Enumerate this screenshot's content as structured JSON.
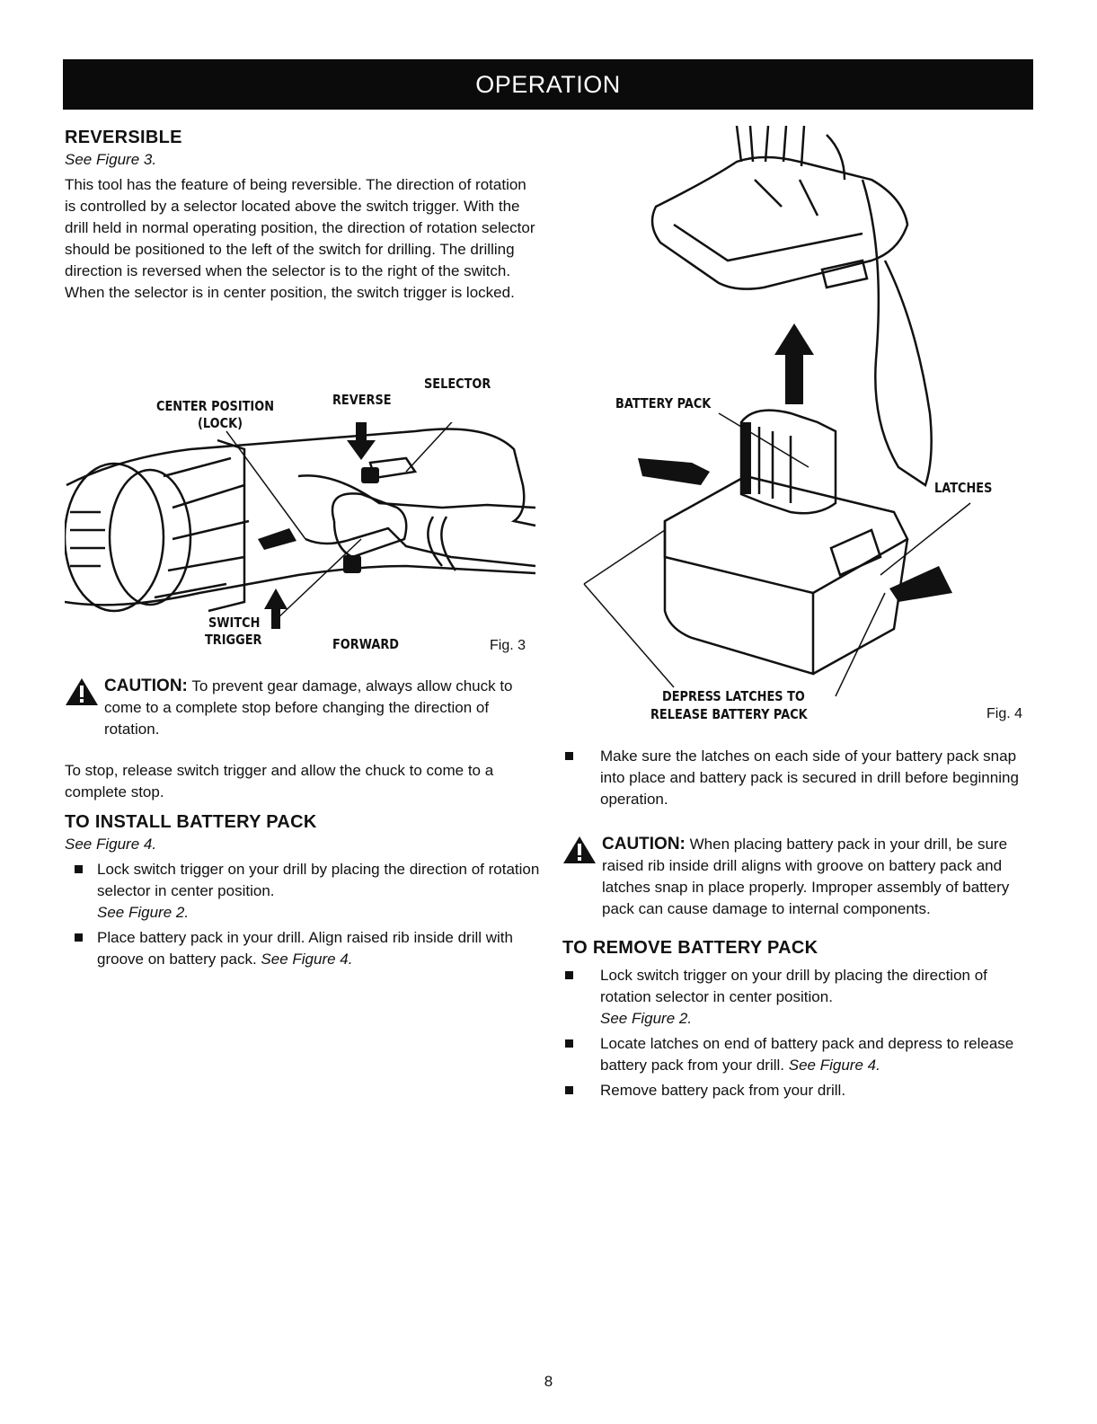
{
  "header": {
    "title": "OPERATION"
  },
  "reversible": {
    "heading": "REVERSIBLE",
    "see": "See Figure 3.",
    "body": "This tool has the feature of being reversible. The direction of rotation is controlled by a selector located above the switch trigger. With the drill held in normal operating position, the direction of rotation selector should be positioned to the left of the switch for drilling. The drilling direction is reversed when the selector is to the right of the switch. When the selector is in center position, the switch trigger is locked."
  },
  "fig3": {
    "label": "Fig. 3",
    "callouts": {
      "selector": "SELECTOR",
      "center_position": "CENTER POSITION",
      "lock": "(LOCK)",
      "reverse": "REVERSE",
      "switch": "SWITCH",
      "trigger": "TRIGGER",
      "forward": "FORWARD"
    }
  },
  "caution1": {
    "heading": "CAUTION:",
    "text": "To prevent gear damage, always allow chuck to come to a complete stop before changing the direction of rotation."
  },
  "stop_text": "To stop, release switch trigger and allow the chuck to come to a complete stop.",
  "install": {
    "heading": "TO INSTALL BATTERY PACK",
    "see": "See Figure 4.",
    "items": [
      {
        "text": "Lock switch trigger on your drill by placing the direction of rotation selector in center position.",
        "ref": "See Figure 2."
      },
      {
        "text": "Place battery pack in your drill. Align raised rib inside drill with groove on battery pack.",
        "ref": "See Figure 4."
      }
    ]
  },
  "fig4": {
    "label": "Fig. 4",
    "callouts": {
      "battery_pack": "BATTERY PACK",
      "latches": "LATCHES",
      "depress_1": "DEPRESS LATCHES TO",
      "depress_2": "RELEASE BATTERY PACK"
    }
  },
  "make_sure": "Make sure the latches on each side of your battery pack snap into place and battery pack is secured in drill before beginning operation.",
  "caution2": {
    "heading": "CAUTION:",
    "text": "When placing battery pack in your drill, be sure raised rib inside drill aligns with groove on battery pack and latches snap in place properly. Improper assembly of battery pack can cause damage to internal components."
  },
  "remove": {
    "heading": "TO REMOVE BATTERY PACK",
    "items": [
      {
        "text": "Lock switch trigger on your drill by placing the direction of rotation selector in center position.",
        "ref": "See Figure 2."
      },
      {
        "text": "Locate latches on end of battery pack and depress to release battery pack from your drill.",
        "ref": "See Figure 4."
      },
      {
        "text": "Remove battery pack from your drill.",
        "ref": ""
      }
    ]
  },
  "page_number": "8"
}
